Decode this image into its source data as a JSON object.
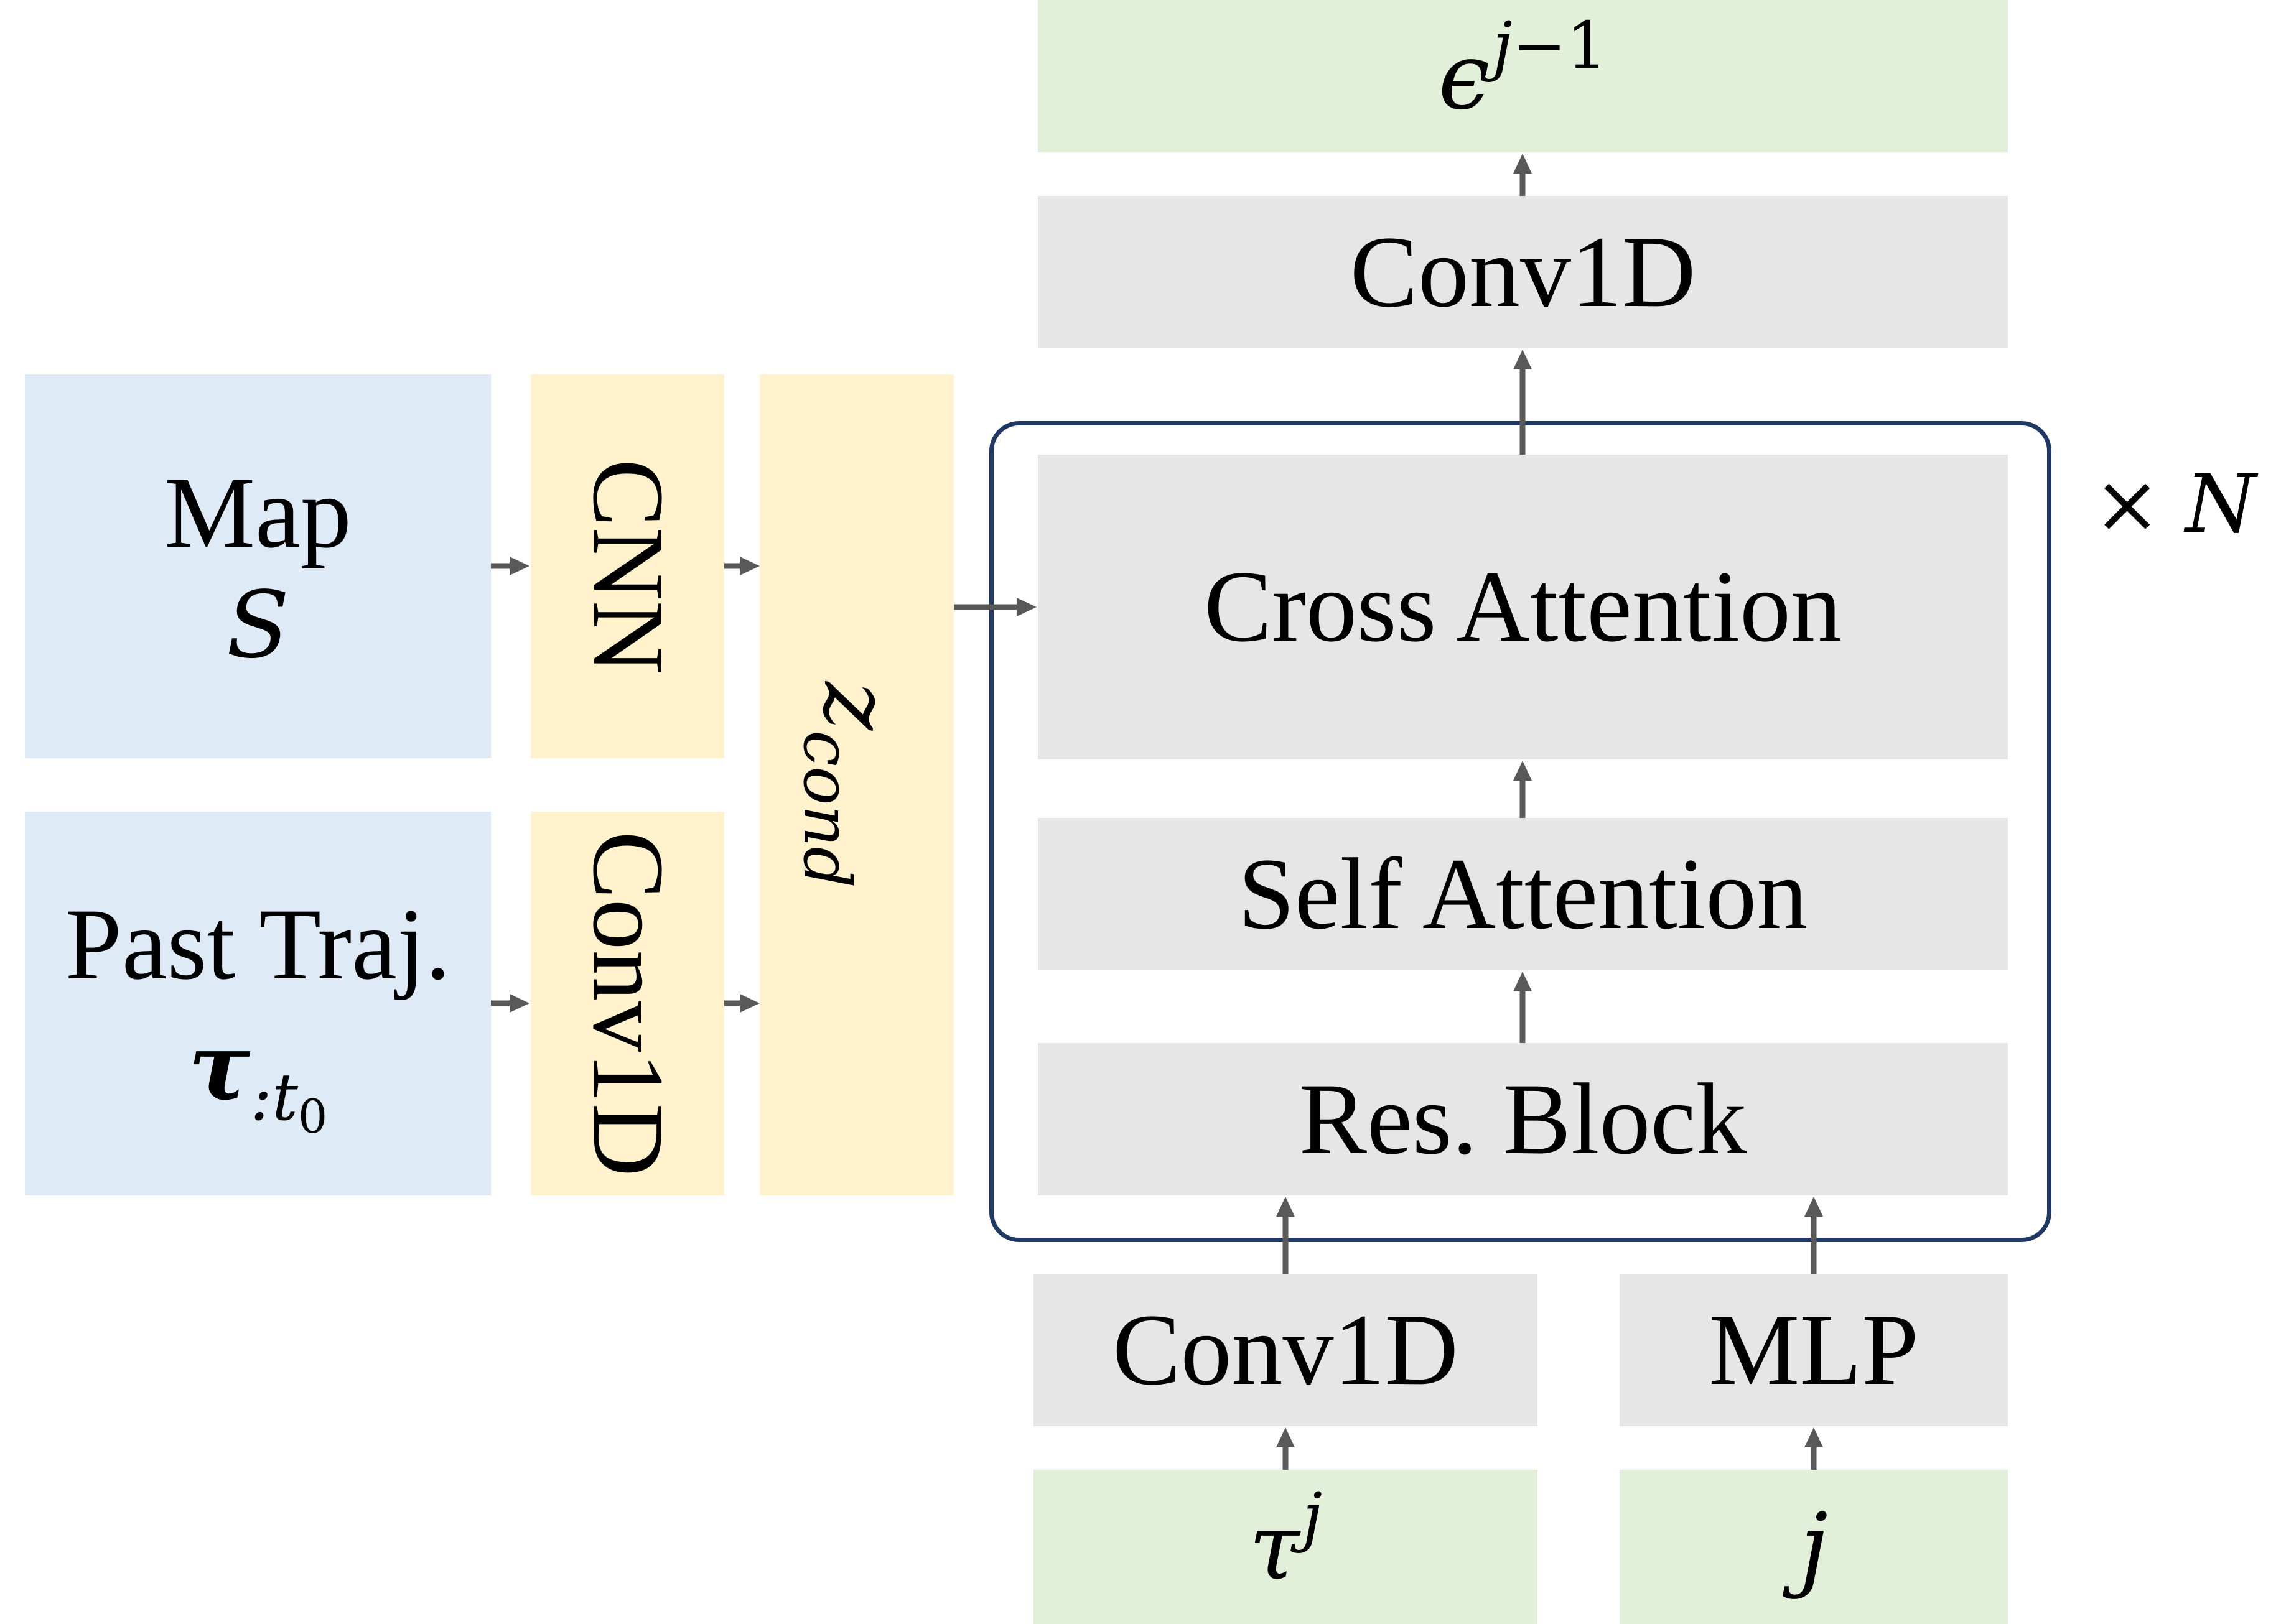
{
  "output": {
    "symbol": "ϵ",
    "sup_var": "j",
    "sup_rest": "−1"
  },
  "output_conv": {
    "label": "Conv1D"
  },
  "denoiser": {
    "cross_attention": "Cross Attention",
    "self_attention": "Self Attention",
    "res_block": "Res. Block",
    "repeat": {
      "times": "×",
      "n": "N"
    }
  },
  "trajectory_branch": {
    "encoder": "Conv1D",
    "input": {
      "symbol": "τ",
      "sup": "j"
    }
  },
  "step_branch": {
    "encoder": "MLP",
    "input": "j"
  },
  "map_input": {
    "label": "Map",
    "symbol": "S"
  },
  "past_input": {
    "label": "Past Traj.",
    "symbol": "τ",
    "sub": ":t",
    "subsub": "0"
  },
  "encoders": {
    "map": "CNN",
    "past": "Conv1D"
  },
  "condition": {
    "symbol": "z",
    "sub": "cond"
  },
  "colors": {
    "green": "#e2f0d9",
    "gray": "#e7e6e6",
    "blue": "#deebf7",
    "yellow": "#fff2cc",
    "arrow": "#595959",
    "outline": "#1f3864"
  }
}
